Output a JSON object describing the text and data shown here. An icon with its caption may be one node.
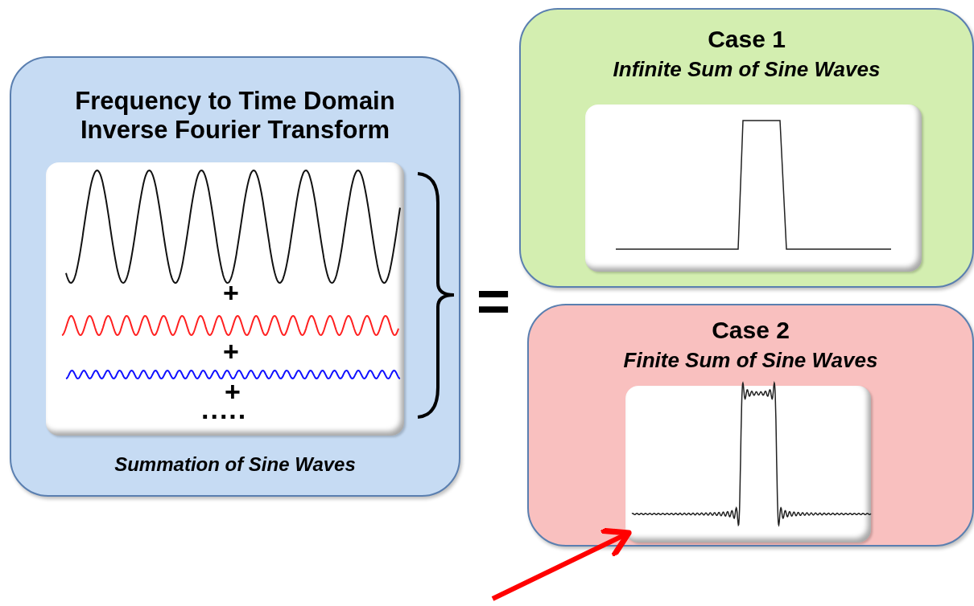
{
  "diagram": {
    "nodes": [
      {
        "text": [
          "Frequency to Time Domain Inverse Fourier Transform",
          "Summation of Sine Waves"
        ]
      },
      {
        "text": [],
        "shape": "picture",
        "in": 0
      },
      {
        "text": [
          "Case 1",
          "Infinite Sum of Sine Waves"
        ]
      },
      {
        "text": [],
        "shape": "picture",
        "in": 2
      },
      {
        "text": [
          "Case 2",
          "Finite Sum of Sine Waves"
        ]
      },
      {
        "text": [],
        "shape": "picture",
        "in": 4
      }
    ],
    "edges": [
      {
        "from": null,
        "to": 5,
        "arrow": "to",
        "color": "#ff0000"
      }
    ],
    "labels": [
      "+",
      "+",
      "+",
      ".....",
      "="
    ]
  }
}
